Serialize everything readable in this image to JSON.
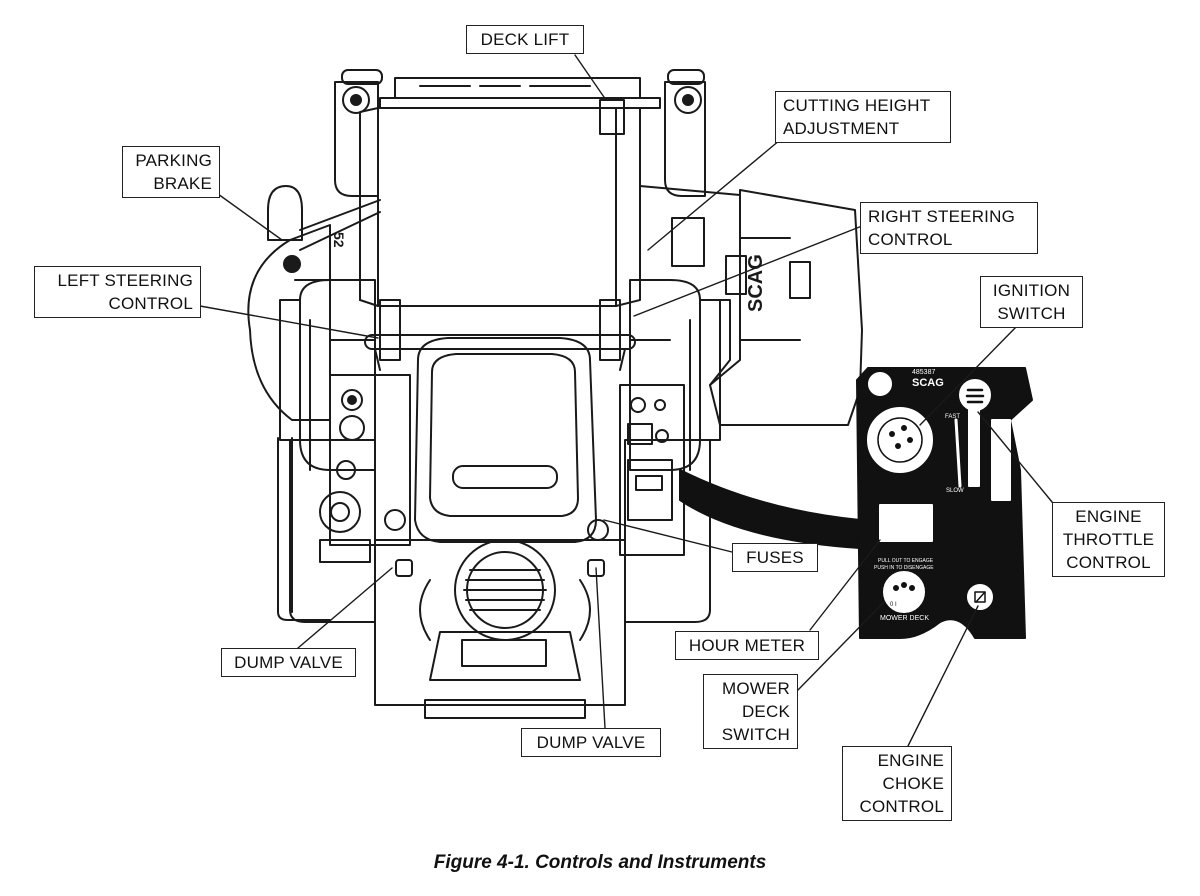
{
  "labels": {
    "deck_lift": "DECK LIFT",
    "cutting_height": "CUTTING HEIGHT\nADJUSTMENT",
    "parking_brake": "PARKING\nBRAKE",
    "right_steering": "RIGHT STEERING\nCONTROL",
    "left_steering": "LEFT STEERING\nCONTROL",
    "ignition_switch": "IGNITION\nSWITCH",
    "engine_throttle": "ENGINE\nTHROTTLE\nCONTROL",
    "fuses": "FUSES",
    "hour_meter": "HOUR METER",
    "dump_valve_left": "DUMP VALVE",
    "dump_valve_right": "DUMP VALVE",
    "mower_deck_switch": "MOWER\nDECK\nSWITCH",
    "engine_choke": "ENGINE\nCHOKE\nCONTROL"
  },
  "panel": {
    "brand": "SCAG",
    "part_number": "485387",
    "fast": "FAST",
    "slow": "SLOW",
    "pull_text": "PULL OUT TO ENGAGE",
    "push_text": "PUSH IN TO DISENGAGE",
    "mower_deck": "MOWER DECK",
    "switch_marks": "0   I"
  },
  "machine": {
    "brand": "SCAG",
    "deck_size": "52"
  },
  "caption": "Figure 4-1. Controls and Instruments"
}
